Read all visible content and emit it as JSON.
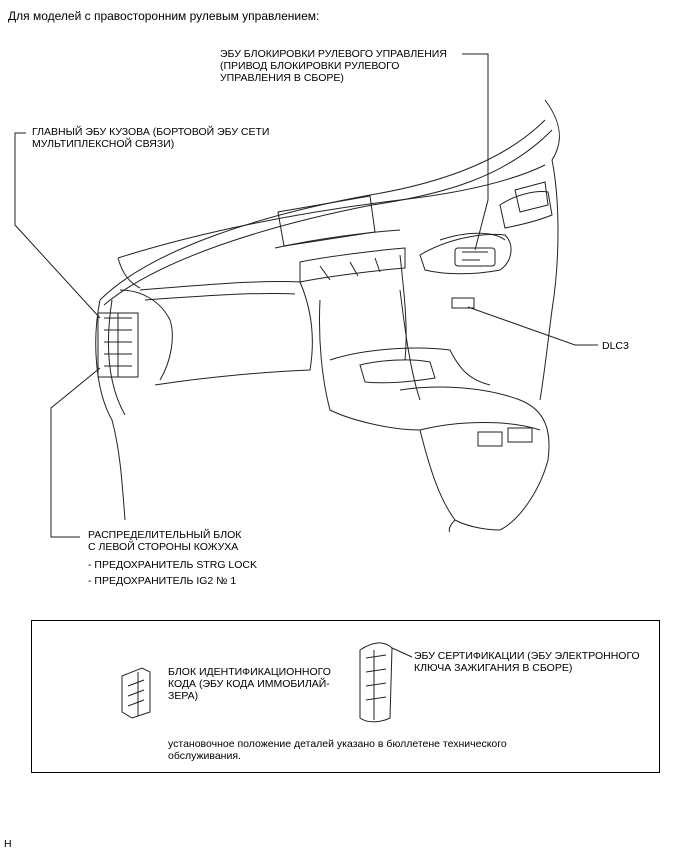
{
  "header": {
    "text": "Для моделей с правосторонним рулевым управлением:"
  },
  "callouts": {
    "steering_lock_ecu": "ЭБУ БЛОКИРОВКИ РУЛЕВОГО УПРАВЛЕНИЯ\n(ПРИВОД БЛОКИРОВКИ РУЛЕВОГО\nУПРАВЛЕНИЯ В СБОРЕ)",
    "main_body_ecu": "ГЛАВНЫЙ ЭБУ КУЗОВА (БОРТОВОЙ ЭБУ СЕТИ\nМУЛЬТИПЛЕКСНОЙ СВЯЗИ)",
    "dlc3": "DLC3",
    "junction_block": "РАСПРЕДЕЛИТЕЛЬНЫЙ БЛОК\nС ЛЕВОЙ СТОРОНЫ КОЖУХА",
    "fuse_strg_lock": "- ПРЕДОХРАНИТЕЛЬ STRG LOCK",
    "fuse_ig2": "- ПРЕДОХРАНИТЕЛЬ IG2 № 1"
  },
  "inset": {
    "id_code_box": "БЛОК ИДЕНТИФИКАЦИОННОГО\nКОДА (ЭБУ КОДА ИММОБИЛАЙ-\nЗЕРА)",
    "certification_ecu": "ЭБУ СЕРТИФИКАЦИИ (ЭБУ ЭЛЕКТРОННОГО\nКЛЮЧА ЗАЖИГАНИЯ В СБОРЕ)",
    "note": "установочное положение деталей указано в бюллетене технического\nобслуживания."
  },
  "footer": {
    "code": "H"
  }
}
